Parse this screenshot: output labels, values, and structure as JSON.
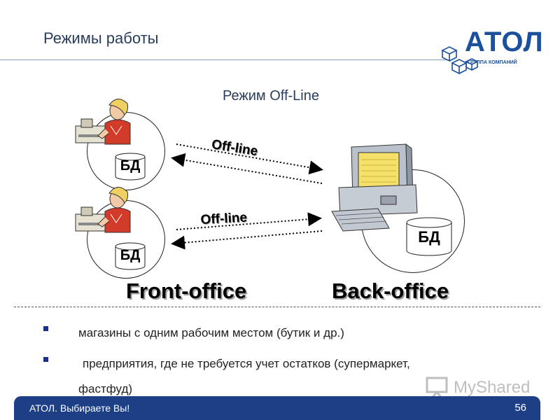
{
  "slide": {
    "title": "Режимы работы",
    "mode_heading": "Режим Off-Line"
  },
  "logo": {
    "name": "АТОЛ",
    "subtitle": "ГРУППА КОМПАНИЙ"
  },
  "diagram": {
    "db_label": "БД",
    "link_label": "Off-line",
    "front_label": "Front-office",
    "back_label": "Back-office"
  },
  "bullets": [
    "магазины с одним рабочим местом (бутик и др.)",
    "предприятия, где не требуется учет остатков (супермаркет,",
    "фастфуд)"
  ],
  "footer": {
    "left": "АТОЛ. Выбираете Вы!",
    "page_number": "56"
  },
  "watermark": {
    "text": "MyShared"
  },
  "colors": {
    "brand_blue": "#1c4f9c",
    "footer_bg": "#1c3f86",
    "bullet": "#1c2f86"
  }
}
